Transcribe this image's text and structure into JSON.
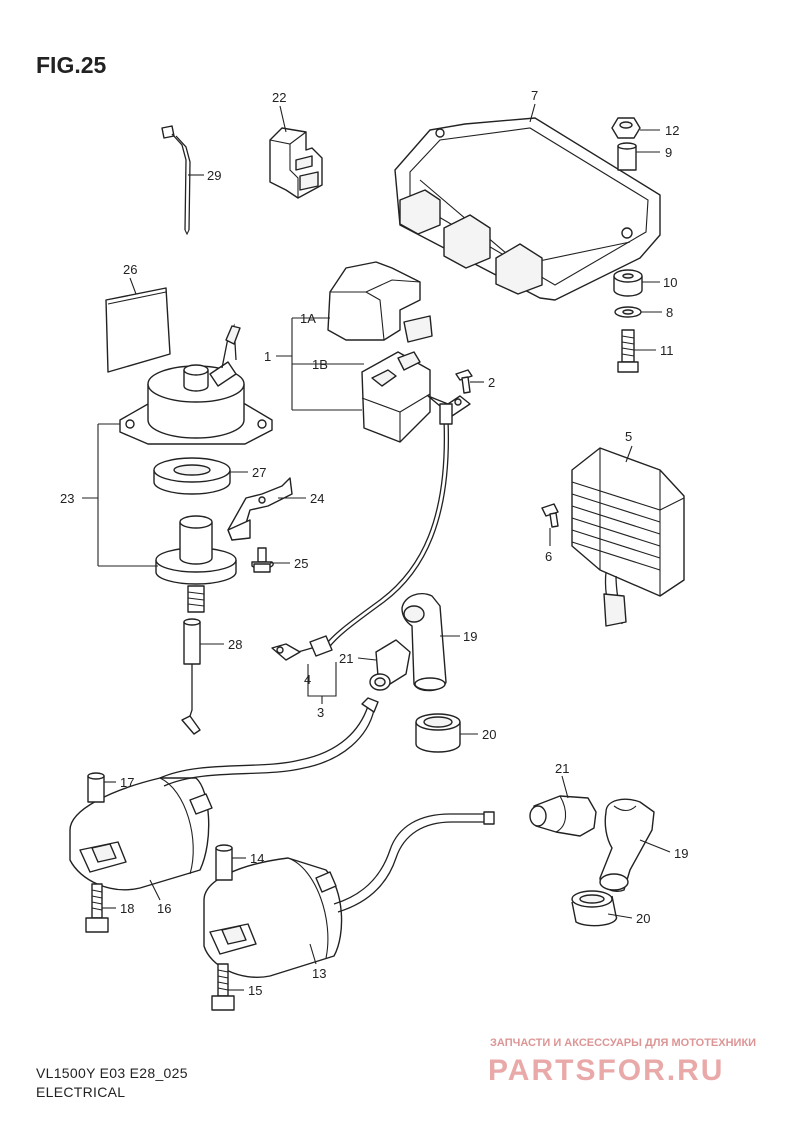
{
  "figure": {
    "title": "FIG.25"
  },
  "footer": {
    "model": "VL1500Y E03 E28_025",
    "section": "ELECTRICAL"
  },
  "watermark": {
    "tagline": "ЗАПЧАСТИ И АКСЕССУАРЫ ДЛЯ МОТОТЕХНИКИ",
    "brand": "PARTSFOR.RU"
  },
  "callouts": {
    "p1": "1",
    "p1A": "1A",
    "p1B": "1B",
    "p2": "2",
    "p3": "3",
    "p4": "4",
    "p5": "5",
    "p6": "6",
    "p7": "7",
    "p8": "8",
    "p9": "9",
    "p10": "10",
    "p11": "11",
    "p12": "12",
    "p13": "13",
    "p14": "14",
    "p15": "15",
    "p16": "16",
    "p17": "17",
    "p18": "18",
    "p19a": "19",
    "p19b": "19",
    "p20a": "20",
    "p20b": "20",
    "p21a": "21",
    "p21b": "21",
    "p22": "22",
    "p23": "23",
    "p24": "24",
    "p25": "25",
    "p26": "26",
    "p27": "27",
    "p28": "28",
    "p29": "29"
  }
}
